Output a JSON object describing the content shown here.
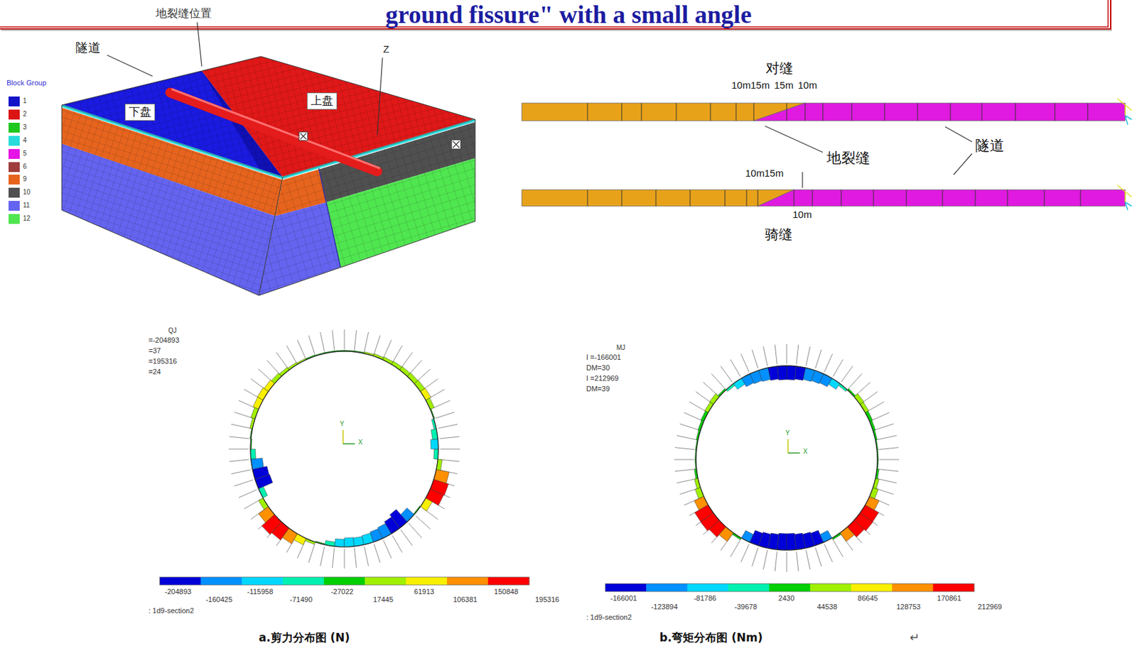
{
  "diagram": {
    "title": "ground fissure\" with a small angle",
    "nodes": [
      {
        "text": [
          "下盘"
        ]
      },
      {
        "text": [
          "上盘"
        ]
      }
    ],
    "labels": [
      "地裂缝位置",
      "隧道",
      "Z",
      "Block Group",
      "对缝",
      "10m",
      "15m",
      "15m",
      "10m",
      "地裂缝",
      "隧道",
      "10m",
      "15m",
      "10m",
      "骑缝",
      "QJ",
      "=-204893",
      "=37",
      "=195316",
      "=24",
      "Y",
      "X",
      "-204893",
      "-160425",
      "-115958",
      "-71490",
      "-27022",
      "17445",
      "61913",
      "106381",
      "150848",
      "195316",
      ": 1d9-section2",
      "a.剪力分布图 (N)",
      "MJ",
      "I =-166001",
      "DM=30",
      "I =212969",
      "DM=39",
      "Y",
      "X",
      "-166001",
      "-123894",
      "-81786",
      "-39678",
      "2430",
      "44538",
      "86645",
      "128753",
      "170861",
      "212969",
      ": 1d9-section2",
      "b.弯矩分布图 (Nm)",
      "↵"
    ],
    "legend": [
      {
        "text": "1",
        "color": "#1414c8"
      },
      {
        "text": "2",
        "color": "#dc1414"
      },
      {
        "text": "3",
        "color": "#1ec81e"
      },
      {
        "text": "4",
        "color": "#28dcdc"
      },
      {
        "text": "5",
        "color": "#e614e6"
      },
      {
        "text": "6",
        "color": "#a03c3c"
      },
      {
        "text": "9",
        "color": "#e6641e"
      },
      {
        "text": "10",
        "color": "#505050"
      },
      {
        "text": "11",
        "color": "#6464f0"
      },
      {
        "text": "12",
        "color": "#50e650"
      }
    ]
  }
}
